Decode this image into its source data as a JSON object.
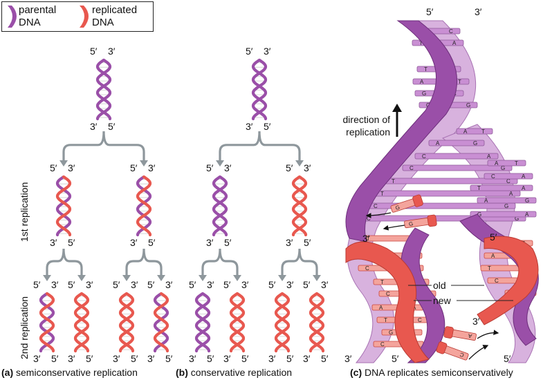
{
  "legend": {
    "parental_label": "parental\nDNA",
    "replicated_label": "replicated\nDNA",
    "parental_line1": "parental",
    "parental_line2": "DNA",
    "replicated_line1": "replicated",
    "replicated_line2": "DNA"
  },
  "colors": {
    "parental": "#9a4fa8",
    "parental_light": "#c98fd3",
    "replicated": "#e8584f",
    "replicated_light": "#f4a49c",
    "arrow": "#8e979c"
  },
  "ends": {
    "five": "5′",
    "three": "3′"
  },
  "side_labels": {
    "first": "1st replication",
    "second": "2nd replication"
  },
  "captions": {
    "a_letter": "(a)",
    "a_text": "semiconservative replication",
    "b_letter": "(b)",
    "b_text": "conservative replication",
    "c_letter": "(c)",
    "c_text": "DNA replicates semiconservatively"
  },
  "panel_c": {
    "direction_line1": "direction of",
    "direction_line2": "replication",
    "old_label": "old",
    "new_label": "new",
    "bases": [
      "G",
      "C",
      "T",
      "A",
      "T",
      "A",
      "A",
      "T",
      "G",
      "C",
      "C",
      "G",
      "A",
      "T",
      "A",
      "G",
      "C",
      "A",
      "C",
      "G",
      "T",
      "C",
      "T",
      "A",
      "C",
      "G",
      "C",
      "G",
      "A",
      "T",
      "C",
      "A",
      "T",
      "A",
      "A",
      "G",
      "G",
      "A",
      "T",
      "G",
      "C",
      "G",
      "C",
      "A",
      "T",
      "G",
      "C",
      "T",
      "A",
      "A",
      "T",
      "C",
      "G"
    ]
  }
}
